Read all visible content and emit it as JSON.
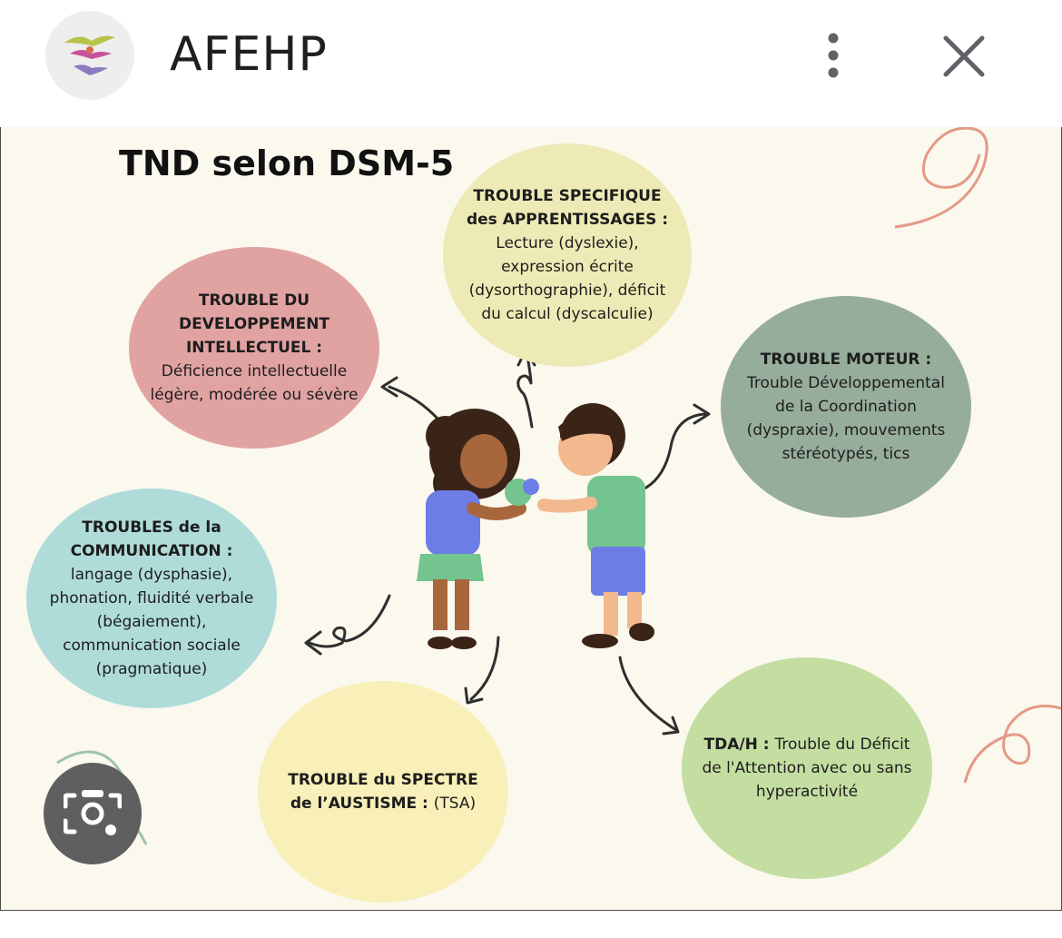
{
  "appbar": {
    "title": "AFEHP",
    "logo_icon": "afehp-logo-icon",
    "more_icon": "more-vert-icon",
    "close_icon": "close-icon"
  },
  "infographic": {
    "title": "TND selon DSM-5",
    "bubbles": {
      "intellectuel": {
        "heading": "TROUBLE DU DEVELOPPEMENT INTELLECTUEL :",
        "body": "Déficience intellectuelle légère, modérée ou sévère",
        "color": "#e1a3a2"
      },
      "apprentissages": {
        "heading": "TROUBLE SPECIFIQUE des APPRENTISSAGES :",
        "body": "Lecture (dyslexie), expression écrite (dysorthographie), déficit du calcul (dyscalculie)",
        "color": "#eeeab6"
      },
      "moteur": {
        "heading": "TROUBLE MOTEUR :",
        "body": "Trouble Développemental de la Coordination (dyspraxie), mouvements stéréotypés, tics",
        "color": "#97ad9b"
      },
      "communication": {
        "heading": "TROUBLES de la COMMUNICATION :",
        "body": "langage (dysphasie), phonation, fluidité verbale (bégaiement), communication sociale (pragmatique)",
        "color": "#afdcd9"
      },
      "autisme": {
        "heading": "TROUBLE du SPECTRE de l’AUSTISME :",
        "body": "(TSA)",
        "color": "#f8f0b8"
      },
      "tdah": {
        "heading": "TDA/H :",
        "body": "Trouble du Déficit de l'Attention avec ou sans hyperactivité",
        "color": "#c4dea2"
      }
    }
  },
  "lens": {
    "icon": "lens-search-icon"
  }
}
